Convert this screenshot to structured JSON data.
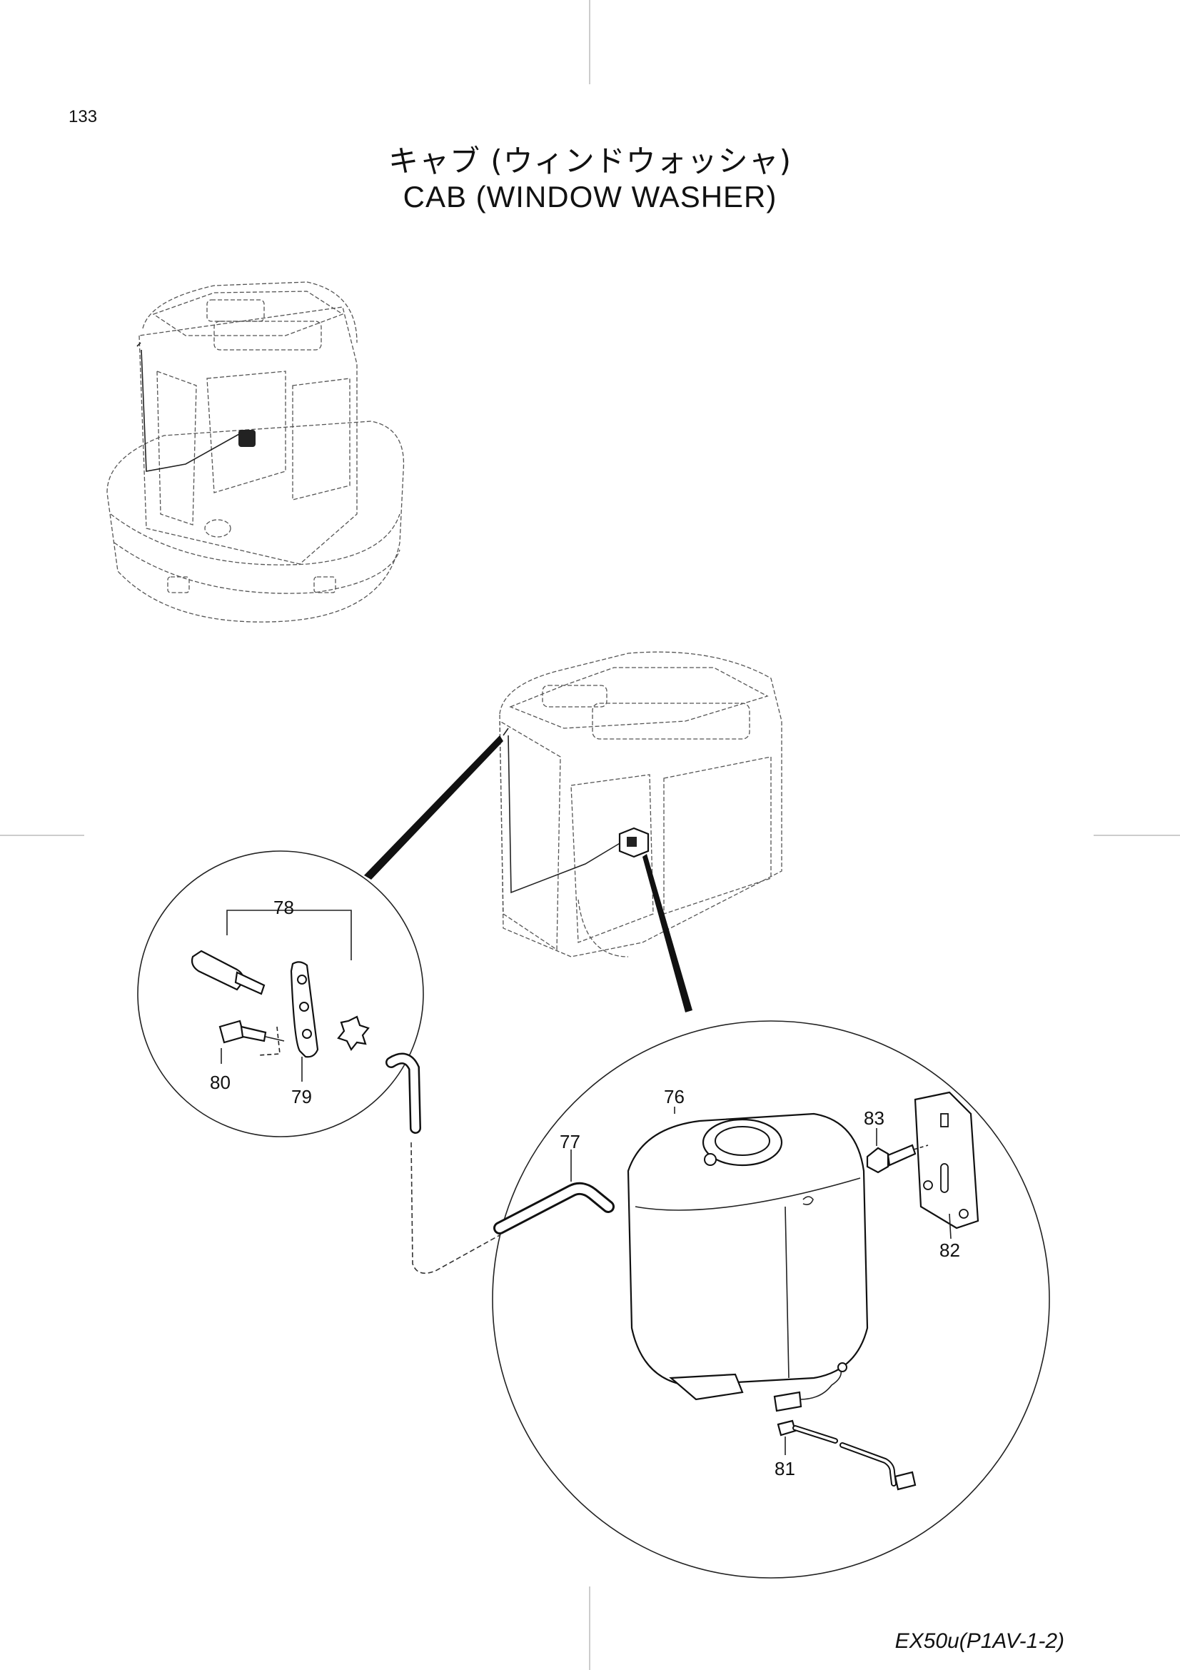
{
  "page_number": "133",
  "title_jp": "キャブ (ウィンドウォッシャ)",
  "title_en": "CAB (WINDOW WASHER)",
  "footer_ref": "EX50u(P1AV-1-2)",
  "callouts": {
    "p76": "76",
    "p77": "77",
    "p78": "78",
    "p79": "79",
    "p80": "80",
    "p81": "81",
    "p82": "82",
    "p83": "83"
  }
}
